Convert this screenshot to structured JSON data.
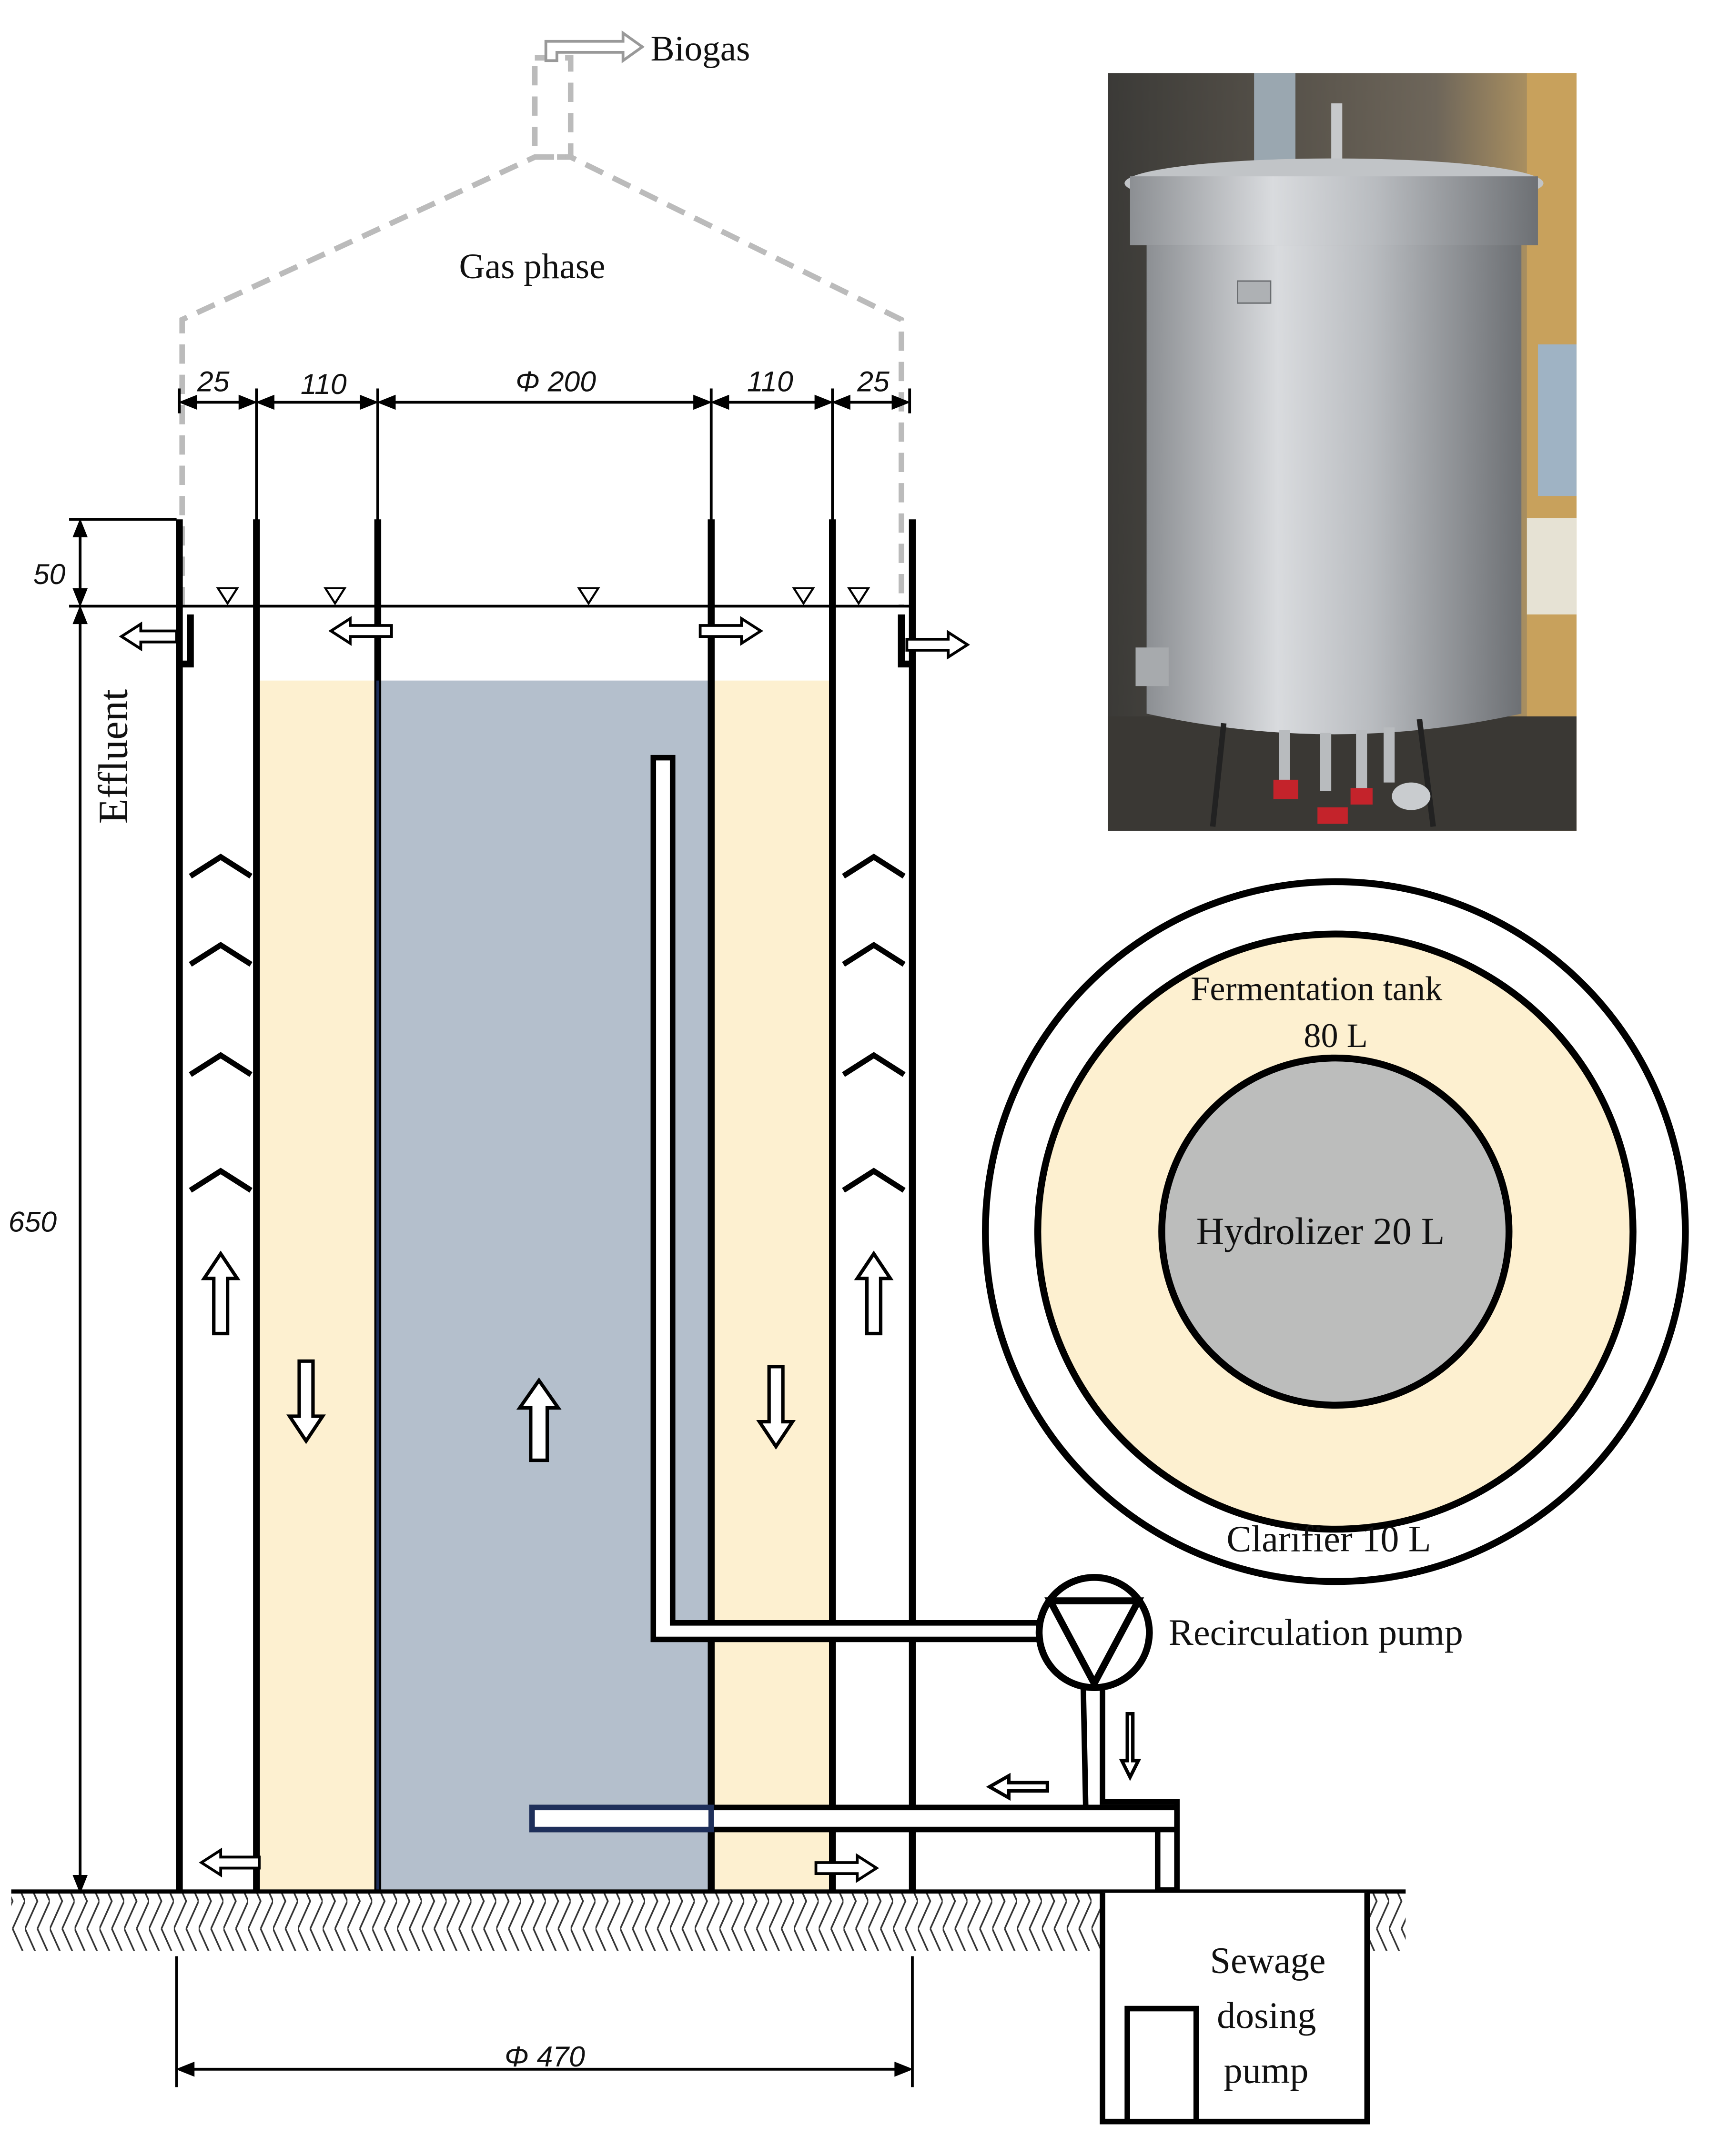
{
  "labels": {
    "biogas": "Biogas",
    "gas_phase": "Gas phase",
    "effluent": "Effluent",
    "recirculation_pump": "Recirculation pump",
    "sewage_pump_line1": "Sewage",
    "sewage_pump_line2": "dosing",
    "sewage_pump_line3": "pump"
  },
  "dimensions": {
    "clarifier_left": "25",
    "fermentation_left": "110",
    "hydrolizer_diameter": "Φ 200",
    "fermentation_right": "110",
    "clarifier_right": "25",
    "freeboard": "50",
    "height": "650",
    "outer_diameter": "Φ 470"
  },
  "plan_view": {
    "fermentation_line1": "Fermentation tank",
    "fermentation_line2": "80 L",
    "hydrolizer": "Hydrolizer 20 L",
    "clarifier": "Clarifier 10 L"
  },
  "photo": {
    "description_icon": "reactor-photo"
  },
  "colors": {
    "fermentation_fill": "#FDF0D0",
    "hydrolizer_fill": "#B4BFCC",
    "plan_hydrolizer_fill": "#BCBDBC",
    "gas_dash": "#BBBBBB"
  }
}
